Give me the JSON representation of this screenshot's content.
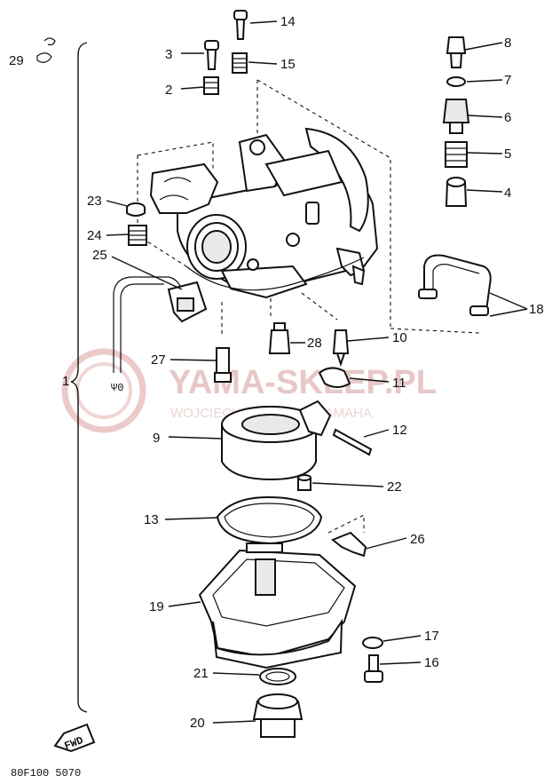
{
  "labels": {
    "p1": "1",
    "p2": "2",
    "p3": "3",
    "p4": "4",
    "p5": "5",
    "p6": "6",
    "p7": "7",
    "p8": "8",
    "p9": "9",
    "p10": "10",
    "p11": "11",
    "p12": "12",
    "p13": "13",
    "p14": "14",
    "p15": "15",
    "p16": "16",
    "p17": "17",
    "p18": "18",
    "p19": "19",
    "p20": "20",
    "p21": "21",
    "p22": "22",
    "p23": "23",
    "p24": "24",
    "p25": "25",
    "p26": "26",
    "p27": "27",
    "p28": "28",
    "p29": "29"
  },
  "watermark": {
    "main": "YAMA-SKLEP.PL",
    "sub": "WOJCIECH ... DEALER YAMAHA"
  },
  "fwd_label": "FWD",
  "drawing_code": "80F100 5070",
  "wire_marks": "Ψ0"
}
